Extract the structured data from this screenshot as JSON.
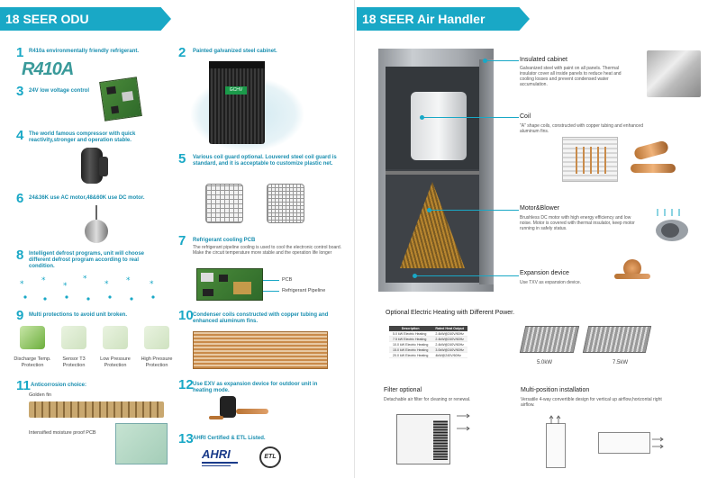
{
  "left": {
    "banner": "18 SEER ODU",
    "features": [
      {
        "num": "1",
        "title": "R410a environmentally friendly refrigerant."
      },
      {
        "num": "2",
        "title": "Painted galvanized steel cabinet."
      },
      {
        "num": "3",
        "title": "24V low voltage control"
      },
      {
        "num": "4",
        "title": "The world famous compressor with quick reactivity,stronger and operation stable."
      },
      {
        "num": "5",
        "title": "Various coil guard optional. Louvered steel coil guard is standard, and it is acceptable to customize plastic net."
      },
      {
        "num": "6",
        "title": "24&36K use AC motor,48&60K use DC motor."
      },
      {
        "num": "7",
        "title": "Refrigerant cooling PCB",
        "sub": "The refrigerant pipeline cooling is used to cool the electronic control board. Make the circuit temperature more stable and the operation life longer"
      },
      {
        "num": "8",
        "title": "Intelligent defrost programs, unit will choose different defrost program according to real condition."
      },
      {
        "num": "9",
        "title": "Multi protections to avoid unit broken."
      },
      {
        "num": "10",
        "title": "Condenser coils constructed with copper tubing and enhanced aluminum fins."
      },
      {
        "num": "11",
        "title": "Anticorrosion choice:"
      },
      {
        "num": "12",
        "title": "Use EXV as expansion device for outdoor unit in heating mode."
      },
      {
        "num": "13",
        "title": "AHRI Certified & ETL Listed."
      }
    ],
    "logo_text": "R410A",
    "cabinet_badge": "GCHV",
    "pcb_labels": [
      "PCB",
      "Refrigerant Pipeline"
    ],
    "protections": [
      "Discharge Temp. Protection",
      "Sensor T3 Protection",
      "Low Pressure Protection",
      "High Pressure Protection"
    ],
    "anticorrosion": [
      "Golden fin",
      "Intensified moisture proof PCB"
    ],
    "ahri_logo": "AHRI",
    "etl_logo": "ETL"
  },
  "right": {
    "banner": "18 SEER Air Handler",
    "callouts": [
      {
        "title": "Insulated cabinet",
        "desc": "Galvanized steel with paint on all panels. Thermal insulator cover all inside panels to reduce heat and cooling losses and prevent condensed water accumulation."
      },
      {
        "title": "Coil",
        "desc": "\"A\" shape coils, constructed with copper tubing and enhanced aluminum fins."
      },
      {
        "title": "Motor&Blower",
        "desc": "Brushless DC motor with high energy efficiency and low noise. Motor is covered with thermal insulator, keep motor running in safely status."
      },
      {
        "title": "Expansion device",
        "desc": "Use TXV as expansion device."
      }
    ],
    "heating": {
      "title": "Optional Electric Heating with Different Power.",
      "headers": [
        "Description",
        "Rated Heat Output"
      ],
      "rows": [
        [
          "5.0 kW Electric Heating",
          "2.4kW@240V/60Hz"
        ],
        [
          "7.5 kW Electric Heating",
          "2.4kW@240V/60Hz"
        ],
        [
          "10.0 kW Electric Heating",
          "2.4kW@240V/60Hz"
        ],
        [
          "15.0 kW Electric Heating",
          "3.0kW@240V/60Hz"
        ],
        [
          "20.0 kW Electric Heating",
          "4kW@240V/60Hz"
        ]
      ],
      "heater_labels": [
        "5.0kW",
        "7.5kW"
      ]
    },
    "filter": {
      "title": "Filter optional",
      "desc": "Detachable air filter for cleaning or renewal."
    },
    "install": {
      "title": "Multi-position installation",
      "desc": "Versatile 4-way convertible design for vertical up airflow,horizontal right airflow."
    }
  },
  "colors": {
    "accent": "#19a8c6",
    "title_text": "#1a8fb0"
  }
}
